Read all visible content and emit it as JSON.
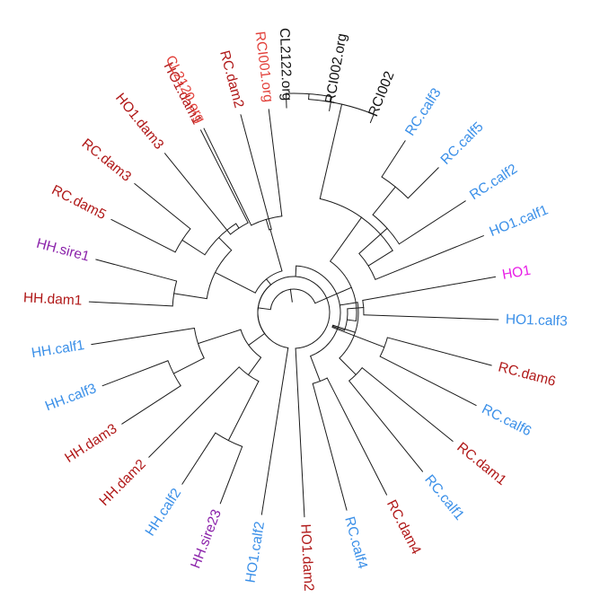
{
  "groups": {
    "dam": "#b01818",
    "calf": "#3a8fe8",
    "sire": "#8b22aa",
    "org_red": "#e2403a",
    "org_black": "#111111",
    "ho1": "#e81ce6"
  },
  "leaves": [
    {
      "label": "CL2122.org",
      "group": "org_black",
      "angle": 92
    },
    {
      "label": "RCI002.org",
      "group": "org_black",
      "angle": 80
    },
    {
      "label": "RCI002",
      "group": "org_black",
      "angle": 68
    },
    {
      "label": "RC.calf3",
      "group": "calf",
      "angle": 57
    },
    {
      "label": "RC.calf5",
      "group": "calf",
      "angle": 45
    },
    {
      "label": "RC.calf2",
      "group": "calf",
      "angle": 33
    },
    {
      "label": "HO1.calf1",
      "group": "calf",
      "angle": 22
    },
    {
      "label": "HO1",
      "group": "ho1",
      "angle": 10
    },
    {
      "label": "HO1.calf3",
      "group": "calf",
      "angle": -2
    },
    {
      "label": "RC.dam6",
      "group": "dam",
      "angle": -15
    },
    {
      "label": "RC.calf6",
      "group": "calf",
      "angle": -27
    },
    {
      "label": "RC.dam1",
      "group": "dam",
      "angle": -39
    },
    {
      "label": "RC.calf1",
      "group": "calf",
      "angle": -51
    },
    {
      "label": "RC.dam4",
      "group": "dam",
      "angle": -63
    },
    {
      "label": "RC.calf4",
      "group": "calf",
      "angle": -75
    },
    {
      "label": "HO1.dam2",
      "group": "dam",
      "angle": -87
    },
    {
      "label": "HO1.calf2",
      "group": "calf",
      "angle": -99
    },
    {
      "label": "HH.sire23",
      "group": "sire",
      "angle": -111
    },
    {
      "label": "HH.calf2",
      "group": "calf",
      "angle": -123
    },
    {
      "label": "HH.dam2",
      "group": "dam",
      "angle": -135
    },
    {
      "label": "HH.dam3",
      "group": "dam",
      "angle": -147
    },
    {
      "label": "HH.calf3",
      "group": "calf",
      "angle": -159
    },
    {
      "label": "HH.calf1",
      "group": "calf",
      "angle": -171
    },
    {
      "label": "HH.dam1",
      "group": "dam",
      "angle": 177
    },
    {
      "label": "HH.sire1",
      "group": "sire",
      "angle": 165
    },
    {
      "label": "RC.dam5",
      "group": "dam",
      "angle": 153
    },
    {
      "label": "RC.dam3",
      "group": "dam",
      "angle": 141
    },
    {
      "label": "HO1.dam3",
      "group": "dam",
      "angle": 129
    },
    {
      "label": "HO1.dam1",
      "group": "dam",
      "angle": 117
    },
    {
      "label": "RC.dam2",
      "group": "dam",
      "angle": 105
    },
    {
      "label": "CL2120.org",
      "group": "org_red",
      "angle": 116
    },
    {
      "label": "RCI001.org",
      "group": "org_red",
      "angle": 97
    }
  ]
}
